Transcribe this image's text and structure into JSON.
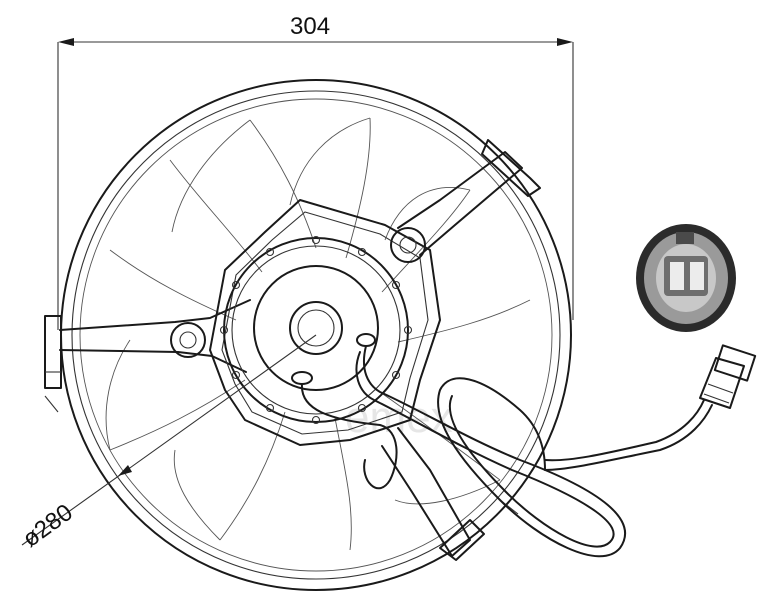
{
  "drawing": {
    "width_dimension": "304",
    "diameter_dimension": "ø280",
    "watermark": "emex"
  },
  "icons": {
    "fan": "fan-assembly-icon",
    "connector": "electrical-connector-icon",
    "plug": "connector-plug-icon"
  },
  "colors": {
    "line": "#1a1a1a",
    "background": "#ffffff",
    "plug_body": "#9a9a9a"
  }
}
